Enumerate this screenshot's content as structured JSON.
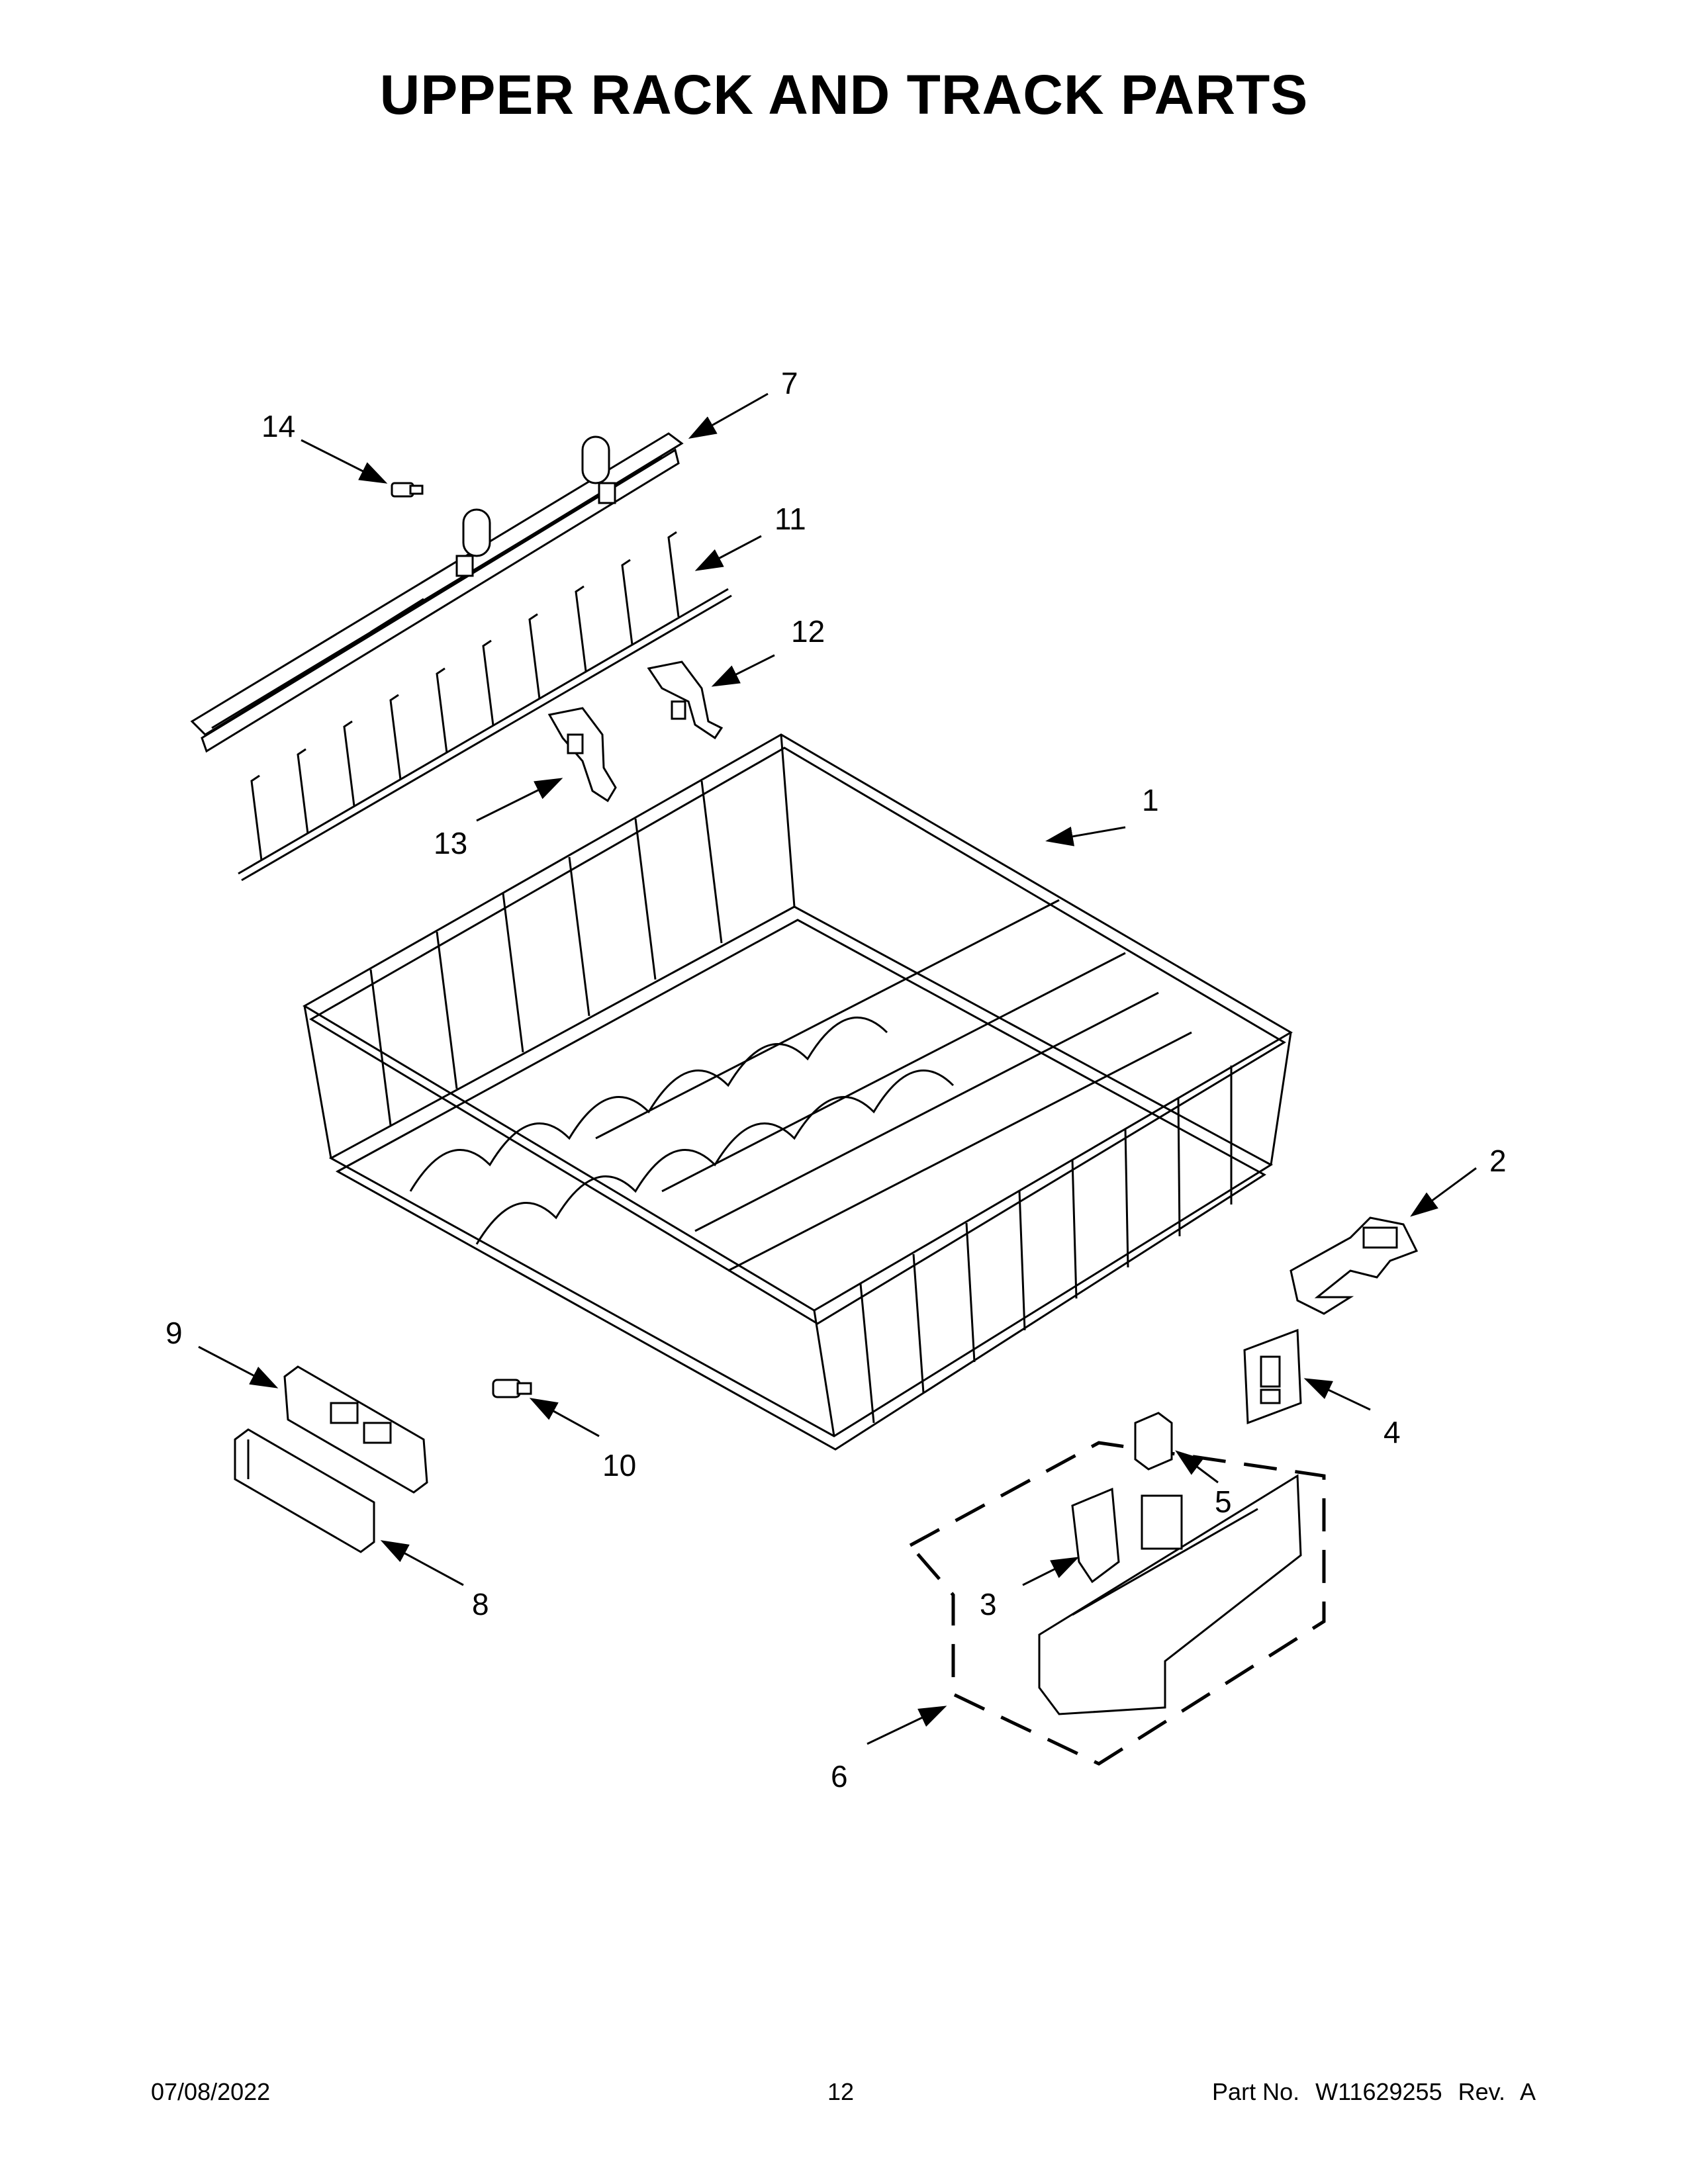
{
  "title": "UPPER RACK AND TRACK PARTS",
  "callouts": [
    "1",
    "2",
    "3",
    "4",
    "5",
    "6",
    "7",
    "8",
    "9",
    "10",
    "11",
    "12",
    "13",
    "14"
  ],
  "footer": {
    "date": "07/08/2022",
    "page": "12",
    "part_label": "Part No.",
    "part_number": "W11629255",
    "rev_label": "Rev.",
    "rev": "A"
  }
}
